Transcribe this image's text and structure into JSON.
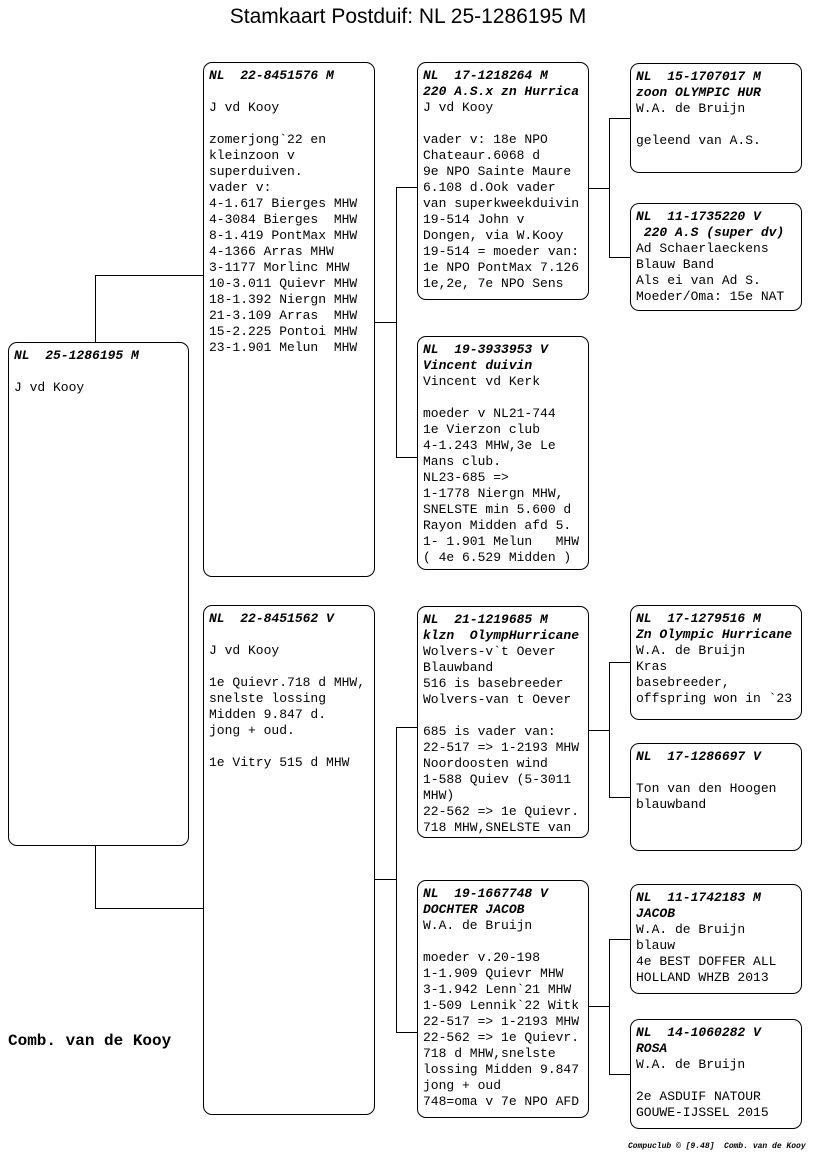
{
  "title": "Stamkaart Postduif: NL  25-1286195 M",
  "colors": {
    "box_border": "#000000",
    "background": "#ffffff",
    "text": "#000000"
  },
  "footer": {
    "owner_label": "Comb. van de Kooy",
    "credit": "Compuclub © [9.48]  Comb. van de Kooy"
  },
  "boxes": {
    "subject": {
      "ring": "NL  25-1286195 M",
      "name": "",
      "details": "J vd Kooy"
    },
    "sire": {
      "ring": "NL  22-8451576 M",
      "name": "",
      "details": "J vd Kooy\n\nzomerjong`22 en\nkleinzoon v\nsuperduiven.\nvader v:\n4-1.617 Bierges MHW\n4-3084 Bierges  MHW\n8-1.419 PontMax MHW\n4-1366 Arras MHW\n3-1177 Morlinc MHW\n10-3.011 Quievr MHW\n18-1.392 Niergn MHW\n21-3.109 Arras  MHW\n15-2.225 Pontoi MHW\n23-1.901 Melun  MHW"
    },
    "dam": {
      "ring": "NL  22-8451562 V",
      "name": "",
      "details": "J vd Kooy\n\n1e Quievr.718 d MHW,\nsnelste lossing\nMidden 9.847 d.\njong + oud.\n\n1e Vitry 515 d MHW"
    },
    "sire_sire": {
      "ring": "NL  17-1218264 M",
      "name": "220 A.S.x zn Hurrica",
      "details": "J vd Kooy\n\nvader v: 18e NPO\nChateaur.6068 d\n9e NPO Sainte Maure\n6.108 d.Ook vader\nvan superkweekduivin\n19-514 John v\nDongen, via W.Kooy\n19-514 = moeder van:\n1e NPO PontMax 7.126\n1e,2e, 7e NPO Sens"
    },
    "sire_dam": {
      "ring": "NL  19-3933953 V",
      "name": "Vincent duivin",
      "details": "Vincent vd Kerk\n\nmoeder v NL21-744\n1e Vierzon club\n4-1.243 MHW,3e Le\nMans club.\nNL23-685 =>\n1-1778 Niergn MHW,\nSNELSTE min 5.600 d\nRayon Midden afd 5.\n1- 1.901 Melun   MHW\n( 4e 6.529 Midden )"
    },
    "dam_sire": {
      "ring": "NL  21-1219685 M",
      "name": "klzn  OlympHurricane",
      "details": "Wolvers-v`t Oever\nBlauwband\n516 is basebreeder\nWolvers-van t Oever\n\n685 is vader van:\n22-517 => 1-2193 MHW\nNoordoosten wind\n1-588 Quiev (5-3011\nMHW)\n22-562 => 1e Quievr.\n718 MHW,SNELSTE van"
    },
    "dam_dam": {
      "ring": "NL  19-1667748 V",
      "name": "DOCHTER JACOB",
      "details": "W.A. de Bruijn\n\nmoeder v.20-198\n1-1.909 Quievr MHW\n3-1.942 Lenn`21 MHW\n1-509 Lennik`22 Witk\n22-517 => 1-2193 MHW\n22-562 => 1e Quievr.\n718 d MHW,snelste\nlossing Midden 9.847\njong + oud\n748=oma v 7e NPO AFD"
    },
    "sire_sire_sire": {
      "ring": "NL  15-1707017 M",
      "name": "zoon OLYMPIC HUR",
      "details": "W.A. de Bruijn\n\ngeleend van A.S."
    },
    "sire_sire_dam": {
      "ring": "NL  11-1735220 V",
      "name": " 220 A.S (super dv)",
      "details": "Ad Schaerlaeckens\nBlauw Band\nAls ei van Ad S.\nMoeder/Oma: 15e NAT"
    },
    "dam_sire_sire": {
      "ring": "NL  17-1279516 M",
      "name": "Zn Olympic Hurricane",
      "details": "W.A. de Bruijn\nKras\nbasebreeder,\noffspring won in `23"
    },
    "dam_sire_dam": {
      "ring": "NL  17-1286697 V",
      "name": "",
      "details": "Ton van den Hoogen\nblauwband"
    },
    "dam_dam_sire": {
      "ring": "NL  11-1742183 M",
      "name": "JACOB",
      "details": "W.A. de Bruijn\nblauw\n4e BEST DOFFER ALL\nHOLLAND WHZB 2013"
    },
    "dam_dam_dam": {
      "ring": "NL  14-1060282 V",
      "name": "ROSA",
      "details": "W.A. de Bruijn\n\n2e ASDUIF NATOUR\nGOUWE-IJSSEL 2015"
    }
  }
}
